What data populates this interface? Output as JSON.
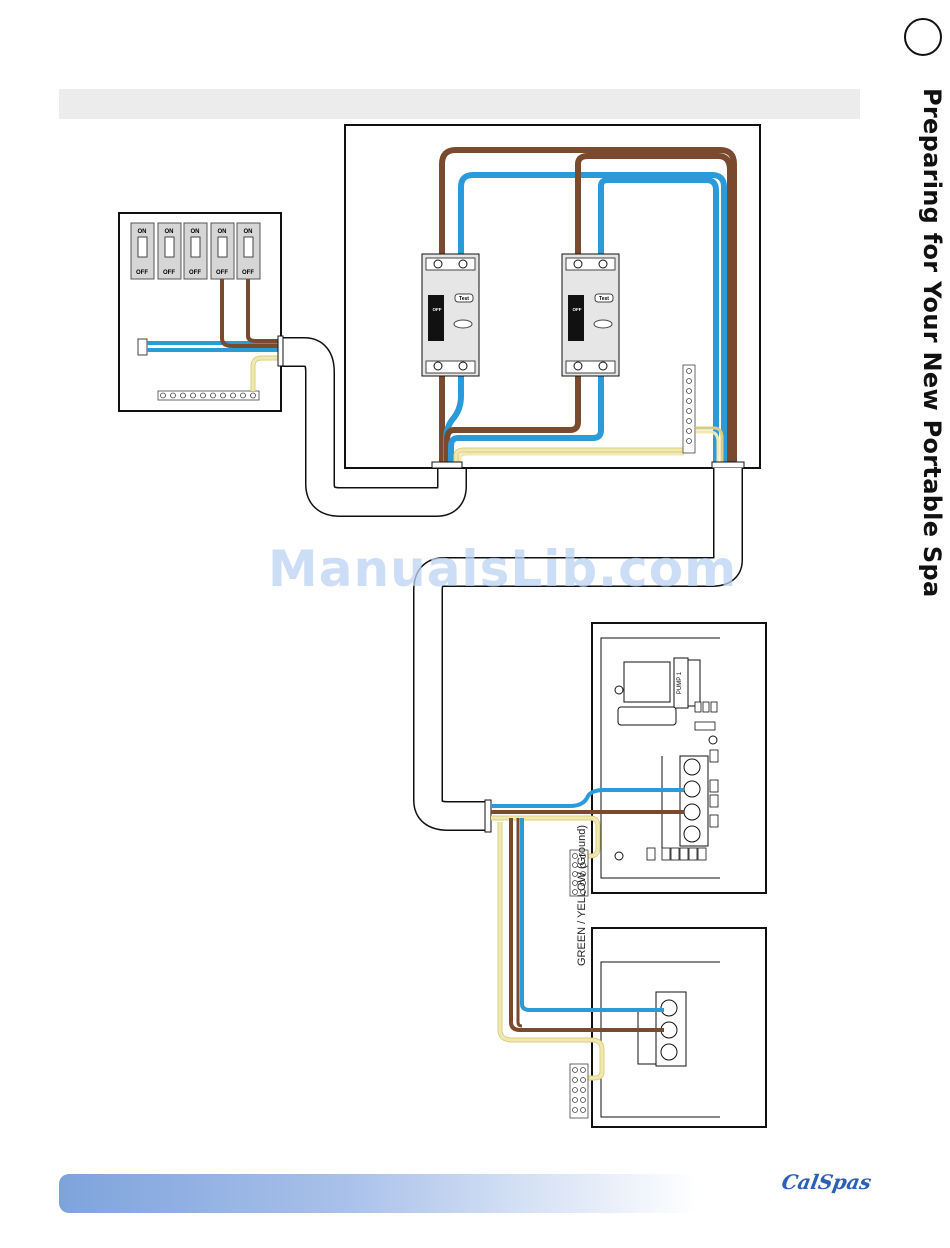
{
  "page": {
    "side_title": "Preparing for Your New Portable Spa"
  },
  "watermark": "ManualsLib.com",
  "labels": {
    "ground": "GREEN / YELLOW (Ground)",
    "rcd_test": "Test",
    "rcd_off": "OFF",
    "pump": "PUMP 1",
    "logo": "CalSpas"
  },
  "panel_switches": [
    {
      "on": "ON",
      "off": "OFF"
    },
    {
      "on": "ON",
      "off": "OFF"
    },
    {
      "on": "ON",
      "off": "OFF"
    },
    {
      "on": "ON",
      "off": "OFF"
    },
    {
      "on": "ON",
      "off": "OFF"
    }
  ],
  "colors": {
    "live_wire": "#7a4a2e",
    "neutral_wire": "#2a9ad8",
    "ground_wire": "#f1e8b0",
    "accent_bar": "#7ea3dc"
  }
}
